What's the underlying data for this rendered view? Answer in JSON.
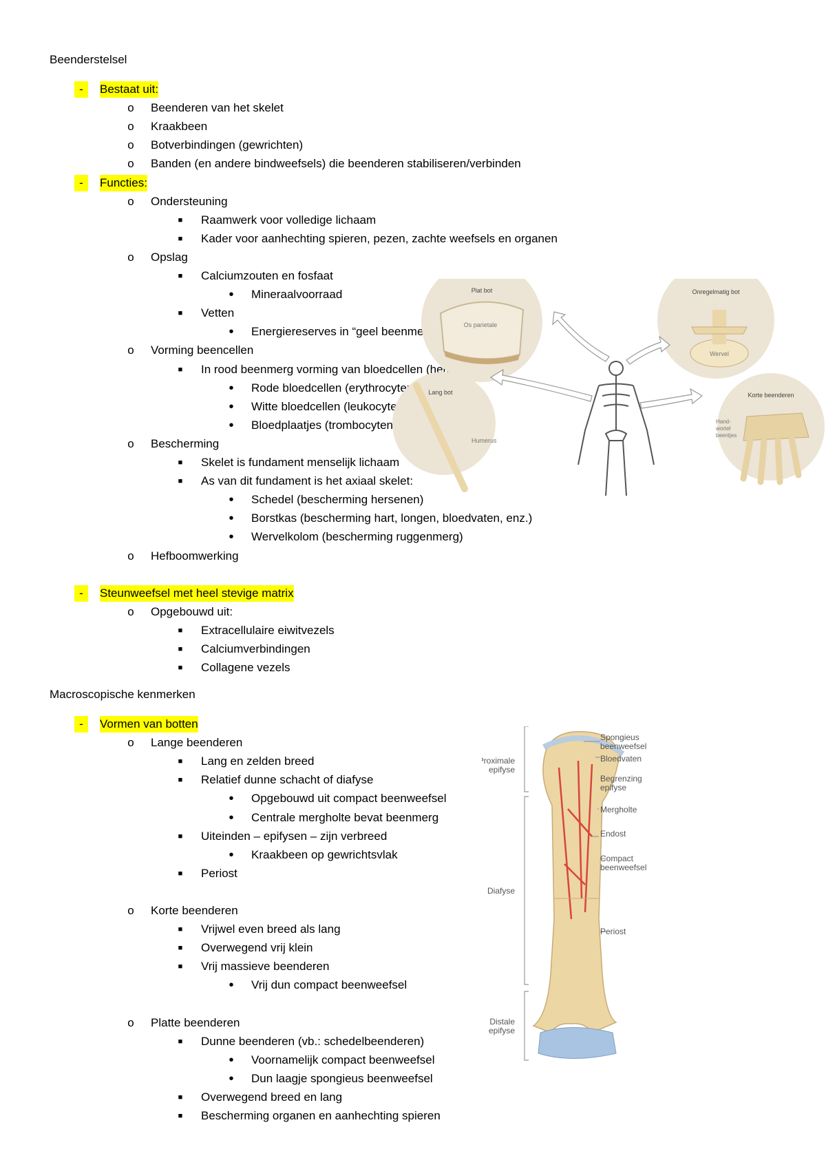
{
  "sections": [
    {
      "heading": "Beenderstelsel",
      "items": [
        {
          "level": 1,
          "marker": "-",
          "text": "Bestaat uit:",
          "highlight": true
        },
        {
          "level": 2,
          "marker": "o",
          "text": "Beenderen van het skelet"
        },
        {
          "level": 2,
          "marker": "o",
          "text": "Kraakbeen"
        },
        {
          "level": 2,
          "marker": "o",
          "text": "Botverbindingen (gewrichten)"
        },
        {
          "level": 2,
          "marker": "o",
          "text": "Banden (en andere bindweefsels) die beenderen stabiliseren/verbinden"
        },
        {
          "level": 1,
          "marker": "-",
          "text": "Functies:",
          "highlight": true
        },
        {
          "level": 2,
          "marker": "o",
          "text": "Ondersteuning"
        },
        {
          "level": 3,
          "marker": "■",
          "text": "Raamwerk voor volledige lichaam"
        },
        {
          "level": 3,
          "marker": "■",
          "text": "Kader voor aanhechting spieren, pezen, zachte weefsels en organen"
        },
        {
          "level": 2,
          "marker": "o",
          "text": "Opslag"
        },
        {
          "level": 3,
          "marker": "■",
          "text": "Calciumzouten en fosfaat"
        },
        {
          "level": 4,
          "marker": "•",
          "text": "Mineraalvoorraad"
        },
        {
          "level": 3,
          "marker": "■",
          "text": "Vetten"
        },
        {
          "level": 4,
          "marker": "•",
          "text": "Energiereserves in “geel beenmerg”"
        },
        {
          "level": 2,
          "marker": "o",
          "text": "Vorming beencellen"
        },
        {
          "level": 3,
          "marker": "■",
          "text": "In rood beenmerg vorming van bloedcellen (hematopoëse):"
        },
        {
          "level": 4,
          "marker": "•",
          "text": "Rode bloedcellen (erythrocyten)"
        },
        {
          "level": 4,
          "marker": "•",
          "text": "Witte bloedcellen (leukocyten)"
        },
        {
          "level": 4,
          "marker": "•",
          "text": "Bloedplaatjes (trombocyten)"
        },
        {
          "level": 2,
          "marker": "o",
          "text": "Bescherming"
        },
        {
          "level": 3,
          "marker": "■",
          "text": "Skelet is fundament menselijk lichaam"
        },
        {
          "level": 3,
          "marker": "■",
          "text": "As van dit fundament is het axiaal skelet:"
        },
        {
          "level": 4,
          "marker": "•",
          "text": "Schedel (bescherming hersenen)"
        },
        {
          "level": 4,
          "marker": "•",
          "text": "Borstkas (bescherming hart, longen, bloedvaten, enz.)"
        },
        {
          "level": 4,
          "marker": "•",
          "text": "Wervelkolom (bescherming ruggenmerg)"
        },
        {
          "level": 2,
          "marker": "o",
          "text": "Hefboomwerking"
        },
        {
          "level": 0,
          "text": ""
        },
        {
          "level": 1,
          "marker": "-",
          "text": "Steunweefsel met heel stevige matrix",
          "highlight": true
        },
        {
          "level": 2,
          "marker": "o",
          "text": "Opgebouwd uit:"
        },
        {
          "level": 3,
          "marker": "■",
          "text": "Extracellulaire eiwitvezels"
        },
        {
          "level": 3,
          "marker": "■",
          "text": "Calciumverbindingen"
        },
        {
          "level": 3,
          "marker": "■",
          "text": "Collagene vezels"
        }
      ]
    },
    {
      "heading": "Macroscopische kenmerken",
      "items": [
        {
          "level": 1,
          "marker": "-",
          "text": "Vormen van botten",
          "highlight": true
        },
        {
          "level": 2,
          "marker": "o",
          "text": "Lange beenderen"
        },
        {
          "level": 3,
          "marker": "■",
          "text": "Lang en zelden breed"
        },
        {
          "level": 3,
          "marker": "■",
          "text": "Relatief dunne schacht of diafyse"
        },
        {
          "level": 4,
          "marker": "•",
          "text": "Opgebouwd uit compact beenweefsel"
        },
        {
          "level": 4,
          "marker": "•",
          "text": "Centrale mergholte bevat beenmerg"
        },
        {
          "level": 3,
          "marker": "■",
          "text": "Uiteinden – epifysen – zijn verbreed"
        },
        {
          "level": 4,
          "marker": "•",
          "text": "Kraakbeen op gewrichtsvlak"
        },
        {
          "level": 3,
          "marker": "■",
          "text": "Periost"
        },
        {
          "level": 0,
          "text": ""
        },
        {
          "level": 2,
          "marker": "o",
          "text": "Korte beenderen"
        },
        {
          "level": 3,
          "marker": "■",
          "text": "Vrijwel even breed als lang"
        },
        {
          "level": 3,
          "marker": "■",
          "text": "Overwegend vrij klein"
        },
        {
          "level": 3,
          "marker": "■",
          "text": "Vrij massieve beenderen"
        },
        {
          "level": 4,
          "marker": "•",
          "text": "Vrij dun compact beenweefsel"
        },
        {
          "level": 0,
          "text": ""
        },
        {
          "level": 2,
          "marker": "o",
          "text": "Platte beenderen"
        },
        {
          "level": 3,
          "marker": "■",
          "text": "Dunne beenderen (vb.: schedelbeenderen)"
        },
        {
          "level": 4,
          "marker": "•",
          "text": "Voornamelijk compact beenweefsel"
        },
        {
          "level": 4,
          "marker": "•",
          "text": "Dun laagje spongieus beenweefsel"
        },
        {
          "level": 3,
          "marker": "■",
          "text": "Overwegend breed en lang"
        },
        {
          "level": 3,
          "marker": "■",
          "text": "Bescherming organen en aanhechting spieren"
        }
      ]
    }
  ],
  "figure_skeleton": {
    "flat": "Plat bot",
    "flat_name": "Os parietale",
    "irregular": "Onregelmatig bot",
    "irregular_name": "Wervel",
    "long": "Lang bot",
    "long_name": "Humerus",
    "short": "Korte beenderen",
    "short_name_1": "Hand-",
    "short_name_2": "wortel",
    "short_name_3": "beentjes"
  },
  "figure_bone": {
    "labels": {
      "spongy_1": "Spongieus",
      "spongy_2": "beenweefsel",
      "vessels": "Bloedvaten",
      "boundary_1": "Begrenzing",
      "boundary_2": "epifyse",
      "marrow": "Mergholte",
      "endost": "Endost",
      "compact_1": "Compact",
      "compact_2": "beenweefsel",
      "periost": "Periost",
      "prox_1": "Proximale",
      "prox_2": "epifyse",
      "diaphysis": "Diafyse",
      "dist_1": "Distale",
      "dist_2": "epifyse"
    }
  }
}
